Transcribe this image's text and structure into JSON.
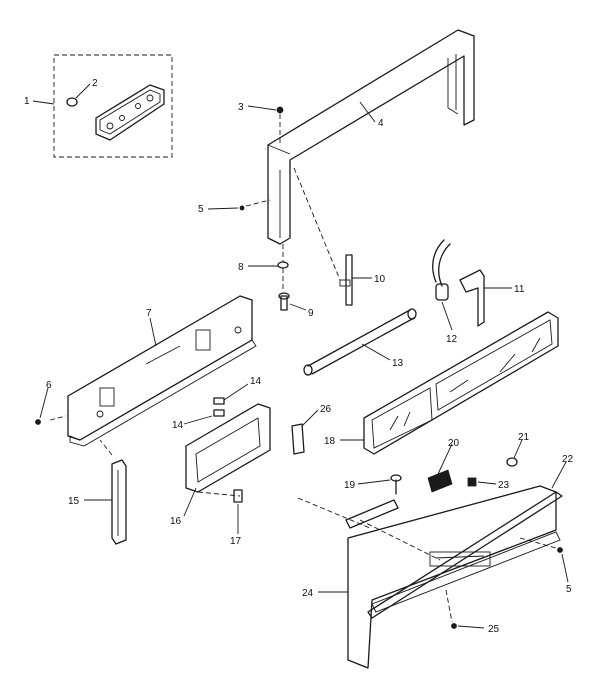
{
  "labels": [
    "1",
    "2",
    "3",
    "4",
    "5",
    "6",
    "7",
    "8",
    "9",
    "10",
    "11",
    "12",
    "13",
    "14",
    "14",
    "15",
    "16",
    "17",
    "18",
    "19",
    "20",
    "21",
    "22",
    "23",
    "24",
    "25",
    "26",
    "5"
  ],
  "line_color": "#1a1a1a",
  "background": "#ffffff"
}
